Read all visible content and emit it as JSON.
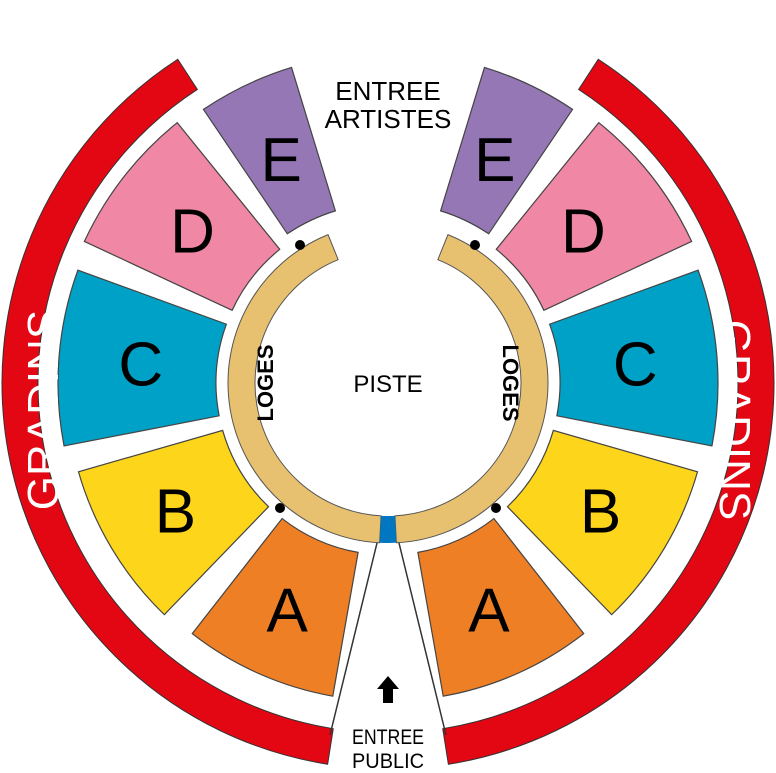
{
  "title_top": {
    "line1": "ENTREE",
    "line2": "ARTISTES"
  },
  "title_bottom": {
    "line1": "ENTREE",
    "line2": "PUBLIC"
  },
  "center_label": "PISTE",
  "loges_label": "LOGES",
  "gradins_label": "GRADINS",
  "sections": [
    {
      "id": "A",
      "label": "A",
      "color": "#ee7f25"
    },
    {
      "id": "B",
      "label": "B",
      "color": "#fdd51b"
    },
    {
      "id": "C",
      "label": "C",
      "color": "#00a1c6"
    },
    {
      "id": "D",
      "label": "D",
      "color": "#ef87a5"
    },
    {
      "id": "E",
      "label": "E",
      "color": "#9577b5"
    }
  ],
  "colors": {
    "gradins": "#e30613",
    "loges": "#e8c170",
    "entrance": "#0077c0"
  },
  "icons": {
    "entrance_arrow": "arrow-up-icon",
    "marker": "dot-icon"
  }
}
